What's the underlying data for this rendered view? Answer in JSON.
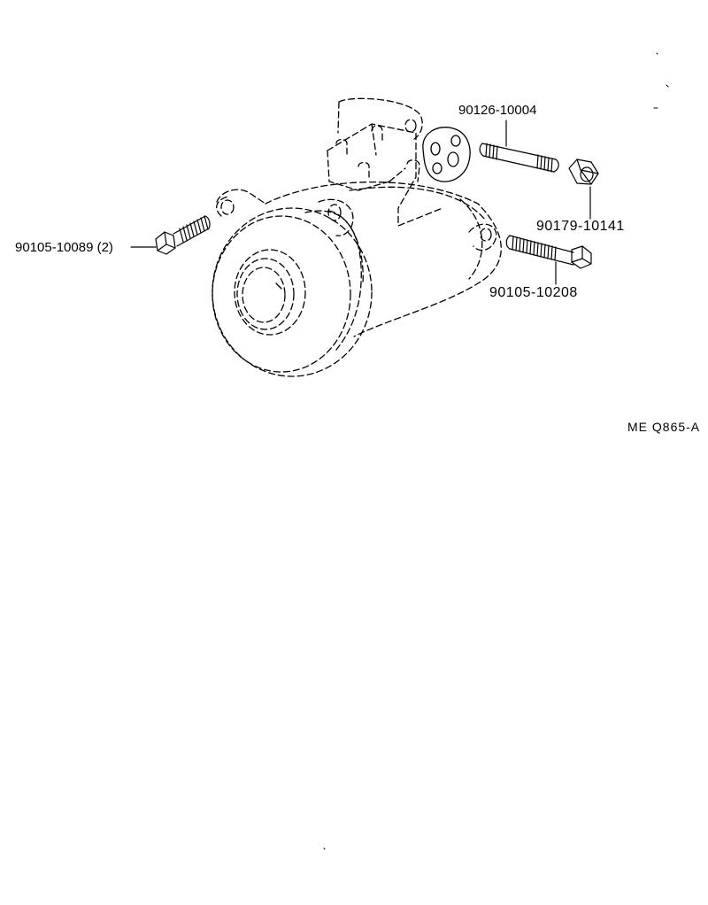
{
  "labels": {
    "bolt_left": "90105-10089 (2)",
    "stud": "90126-10004",
    "nut": "90179-10141",
    "bolt_right": "90105-10208",
    "reference": "ME  Q865-A"
  },
  "colors": {
    "ink": "#000000",
    "paper": "#ffffff"
  }
}
